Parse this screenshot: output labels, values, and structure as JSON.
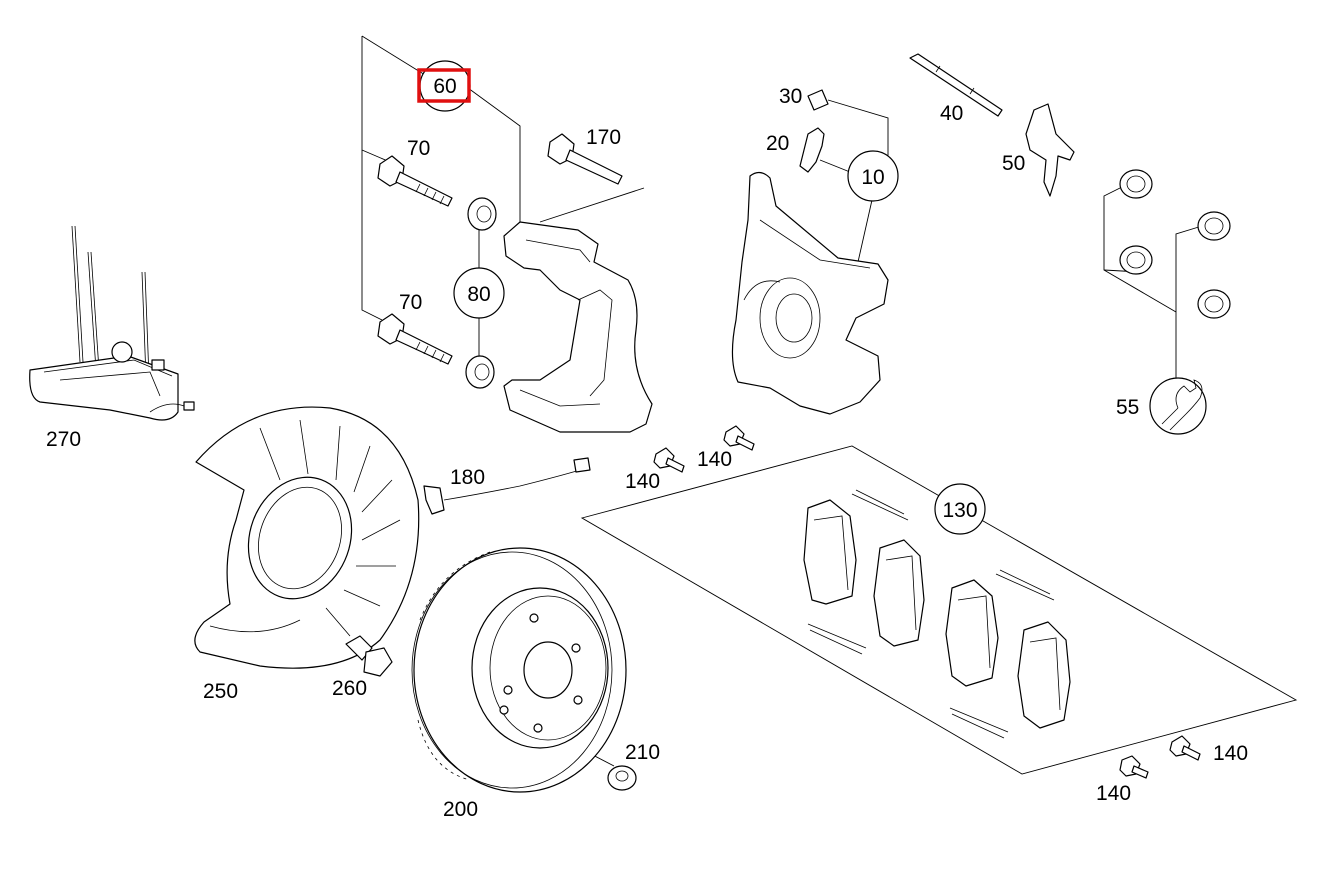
{
  "diagram": {
    "highlight_color": "#e01010",
    "labels": {
      "p10": "10",
      "p20": "20",
      "p30": "30",
      "p40": "40",
      "p50": "50",
      "p55": "55",
      "p60": "60",
      "p70a": "70",
      "p70b": "70",
      "p80": "80",
      "p130": "130",
      "p140a": "140",
      "p140b": "140",
      "p140c": "140",
      "p140d": "140",
      "p170": "170",
      "p180": "180",
      "p200": "200",
      "p210": "210",
      "p250": "250",
      "p260": "260",
      "p270": "270"
    },
    "highlighted_part": "60",
    "icons": {
      "p55": "wrench-icon"
    }
  }
}
